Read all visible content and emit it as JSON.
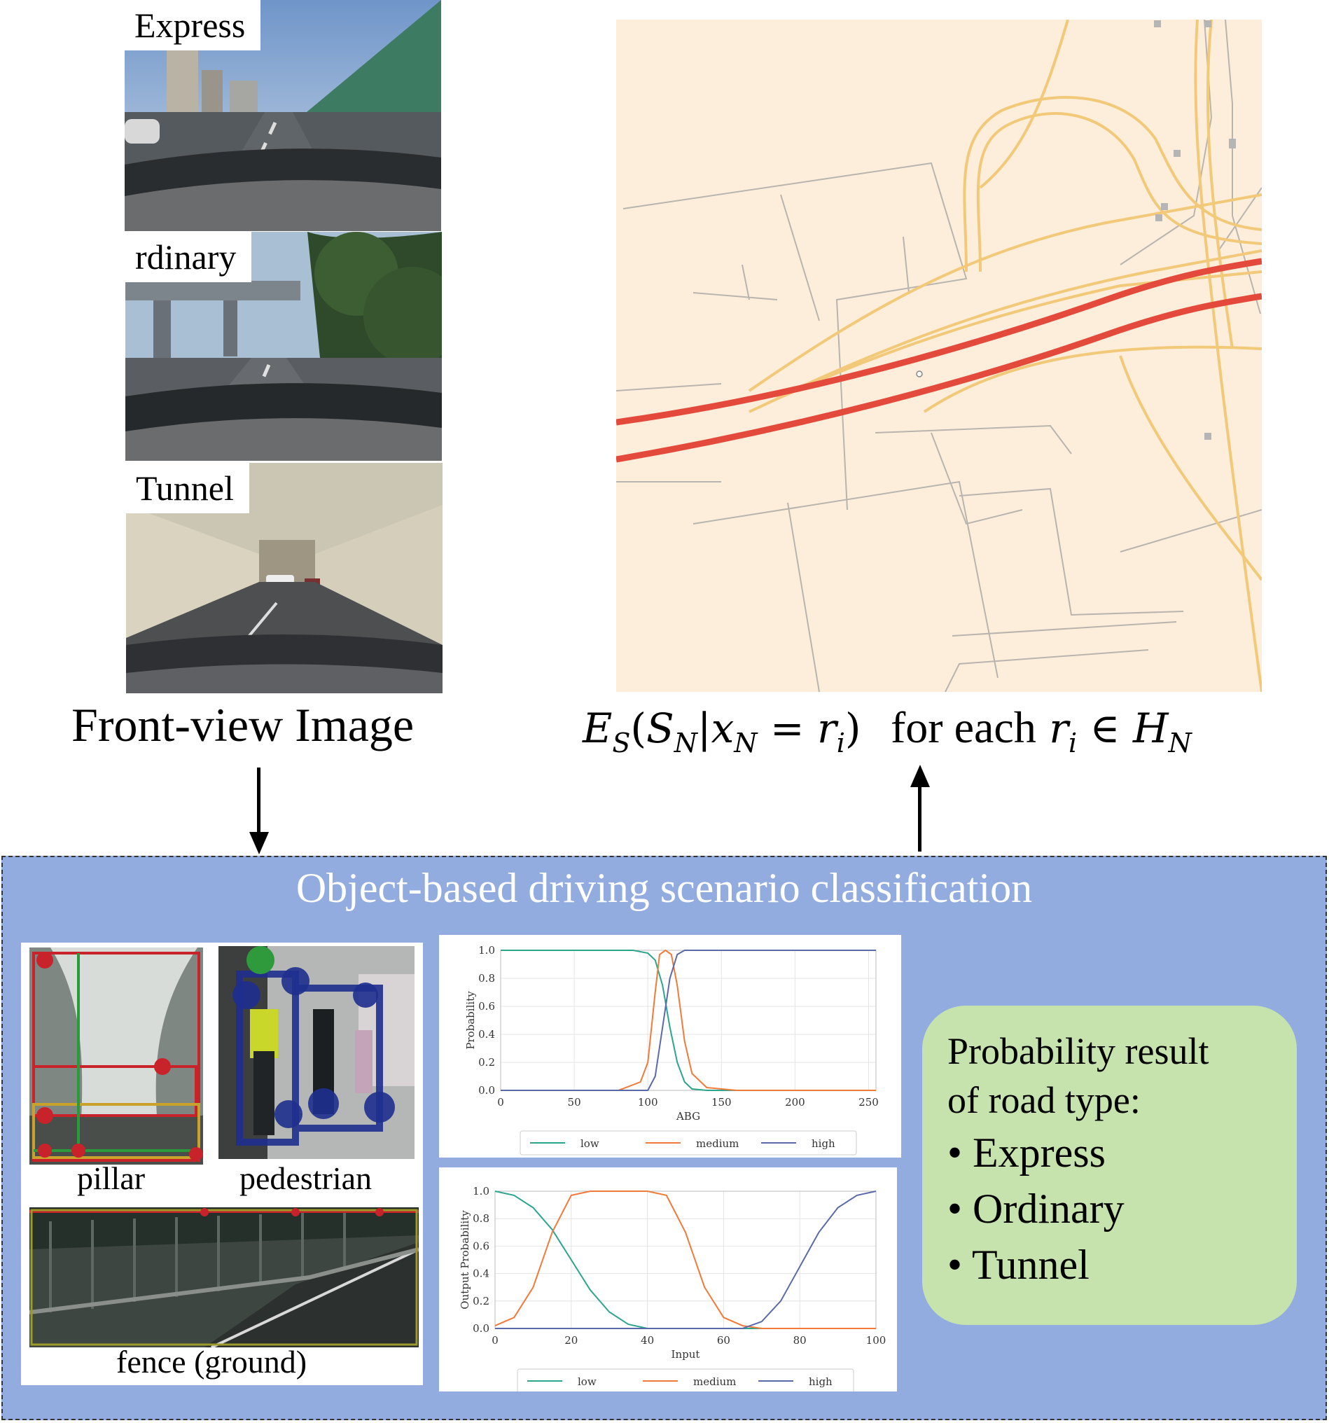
{
  "scenes": [
    {
      "label": "Express"
    },
    {
      "label": "rdinary"
    },
    {
      "label": "Tunnel"
    }
  ],
  "left_caption": "Front-view Image",
  "formula": {
    "E": "E",
    "S_sub": "S",
    "S": "S",
    "N_sub1": "N",
    "bar": "|",
    "x": "x",
    "N_sub2": "N",
    "eq": "=",
    "r": "r",
    "i_sub1": "i",
    "paren": ")",
    "open": "(",
    "for_each": "for each",
    "r2": "r",
    "i_sub2": "i",
    "in": "∈",
    "H": "H",
    "N_sub3": "N"
  },
  "panel": {
    "title": "Object-based driving scenario classification",
    "color": "#93ace0",
    "objects": {
      "pillar": "pillar",
      "pedestrian": "pedestrian",
      "fence": "fence (ground)"
    }
  },
  "result": {
    "title_line1": "Probability result",
    "title_line2": "of road type:",
    "items": [
      "Express",
      "Ordinary",
      "Tunnel"
    ],
    "bullet": "•",
    "color": "#c6e2ad"
  },
  "chart_data": [
    {
      "type": "line",
      "xlabel": "ABG",
      "ylabel": "Probability",
      "xlim": [
        0,
        255
      ],
      "ylim": [
        0,
        1.0
      ],
      "xticks": [
        "0",
        "50",
        "100",
        "150",
        "200",
        "250"
      ],
      "yticks": [
        "0.0",
        "0.2",
        "0.4",
        "0.6",
        "0.8",
        "1.0"
      ],
      "grid": true,
      "legend_position": "bottom",
      "series": [
        {
          "name": "low",
          "color": "#2ca58d",
          "x": [
            0,
            90,
            100,
            105,
            110,
            115,
            120,
            125,
            130,
            140,
            255
          ],
          "y": [
            1.0,
            1.0,
            0.98,
            0.93,
            0.75,
            0.45,
            0.2,
            0.06,
            0.01,
            0.0,
            0.0
          ]
        },
        {
          "name": "medium",
          "color": "#f07a3a",
          "x": [
            0,
            80,
            95,
            100,
            105,
            108,
            112,
            116,
            120,
            125,
            130,
            140,
            160,
            255
          ],
          "y": [
            0.0,
            0.0,
            0.06,
            0.2,
            0.7,
            0.97,
            1.0,
            0.97,
            0.75,
            0.35,
            0.12,
            0.02,
            0.0,
            0.0
          ]
        },
        {
          "name": "high",
          "color": "#5a6aa8",
          "x": [
            0,
            100,
            105,
            110,
            115,
            120,
            125,
            255
          ],
          "y": [
            0.0,
            0.0,
            0.1,
            0.45,
            0.8,
            0.97,
            1.0,
            1.0
          ]
        }
      ]
    },
    {
      "type": "line",
      "xlabel": "Input",
      "ylabel": "Output Probability",
      "xlim": [
        0,
        100
      ],
      "ylim": [
        0,
        1.0
      ],
      "xticks": [
        "0",
        "20",
        "40",
        "60",
        "80",
        "100"
      ],
      "yticks": [
        "0.0",
        "0.2",
        "0.4",
        "0.6",
        "0.8",
        "1.0"
      ],
      "grid": true,
      "legend_position": "bottom",
      "series": [
        {
          "name": "low",
          "color": "#2ca58d",
          "x": [
            0,
            5,
            10,
            15,
            20,
            25,
            30,
            35,
            40,
            100
          ],
          "y": [
            1.0,
            0.97,
            0.88,
            0.72,
            0.5,
            0.28,
            0.12,
            0.03,
            0.0,
            0.0
          ]
        },
        {
          "name": "medium",
          "color": "#f07a3a",
          "x": [
            0,
            5,
            10,
            15,
            20,
            25,
            40,
            45,
            50,
            55,
            60,
            65,
            70,
            100
          ],
          "y": [
            0.02,
            0.08,
            0.3,
            0.7,
            0.97,
            1.0,
            1.0,
            0.97,
            0.7,
            0.3,
            0.08,
            0.02,
            0.0,
            0.0
          ]
        },
        {
          "name": "high",
          "color": "#5a6aa8",
          "x": [
            0,
            65,
            70,
            75,
            80,
            85,
            90,
            95,
            100
          ],
          "y": [
            0.0,
            0.0,
            0.05,
            0.2,
            0.45,
            0.7,
            0.88,
            0.97,
            1.0
          ]
        }
      ]
    }
  ]
}
